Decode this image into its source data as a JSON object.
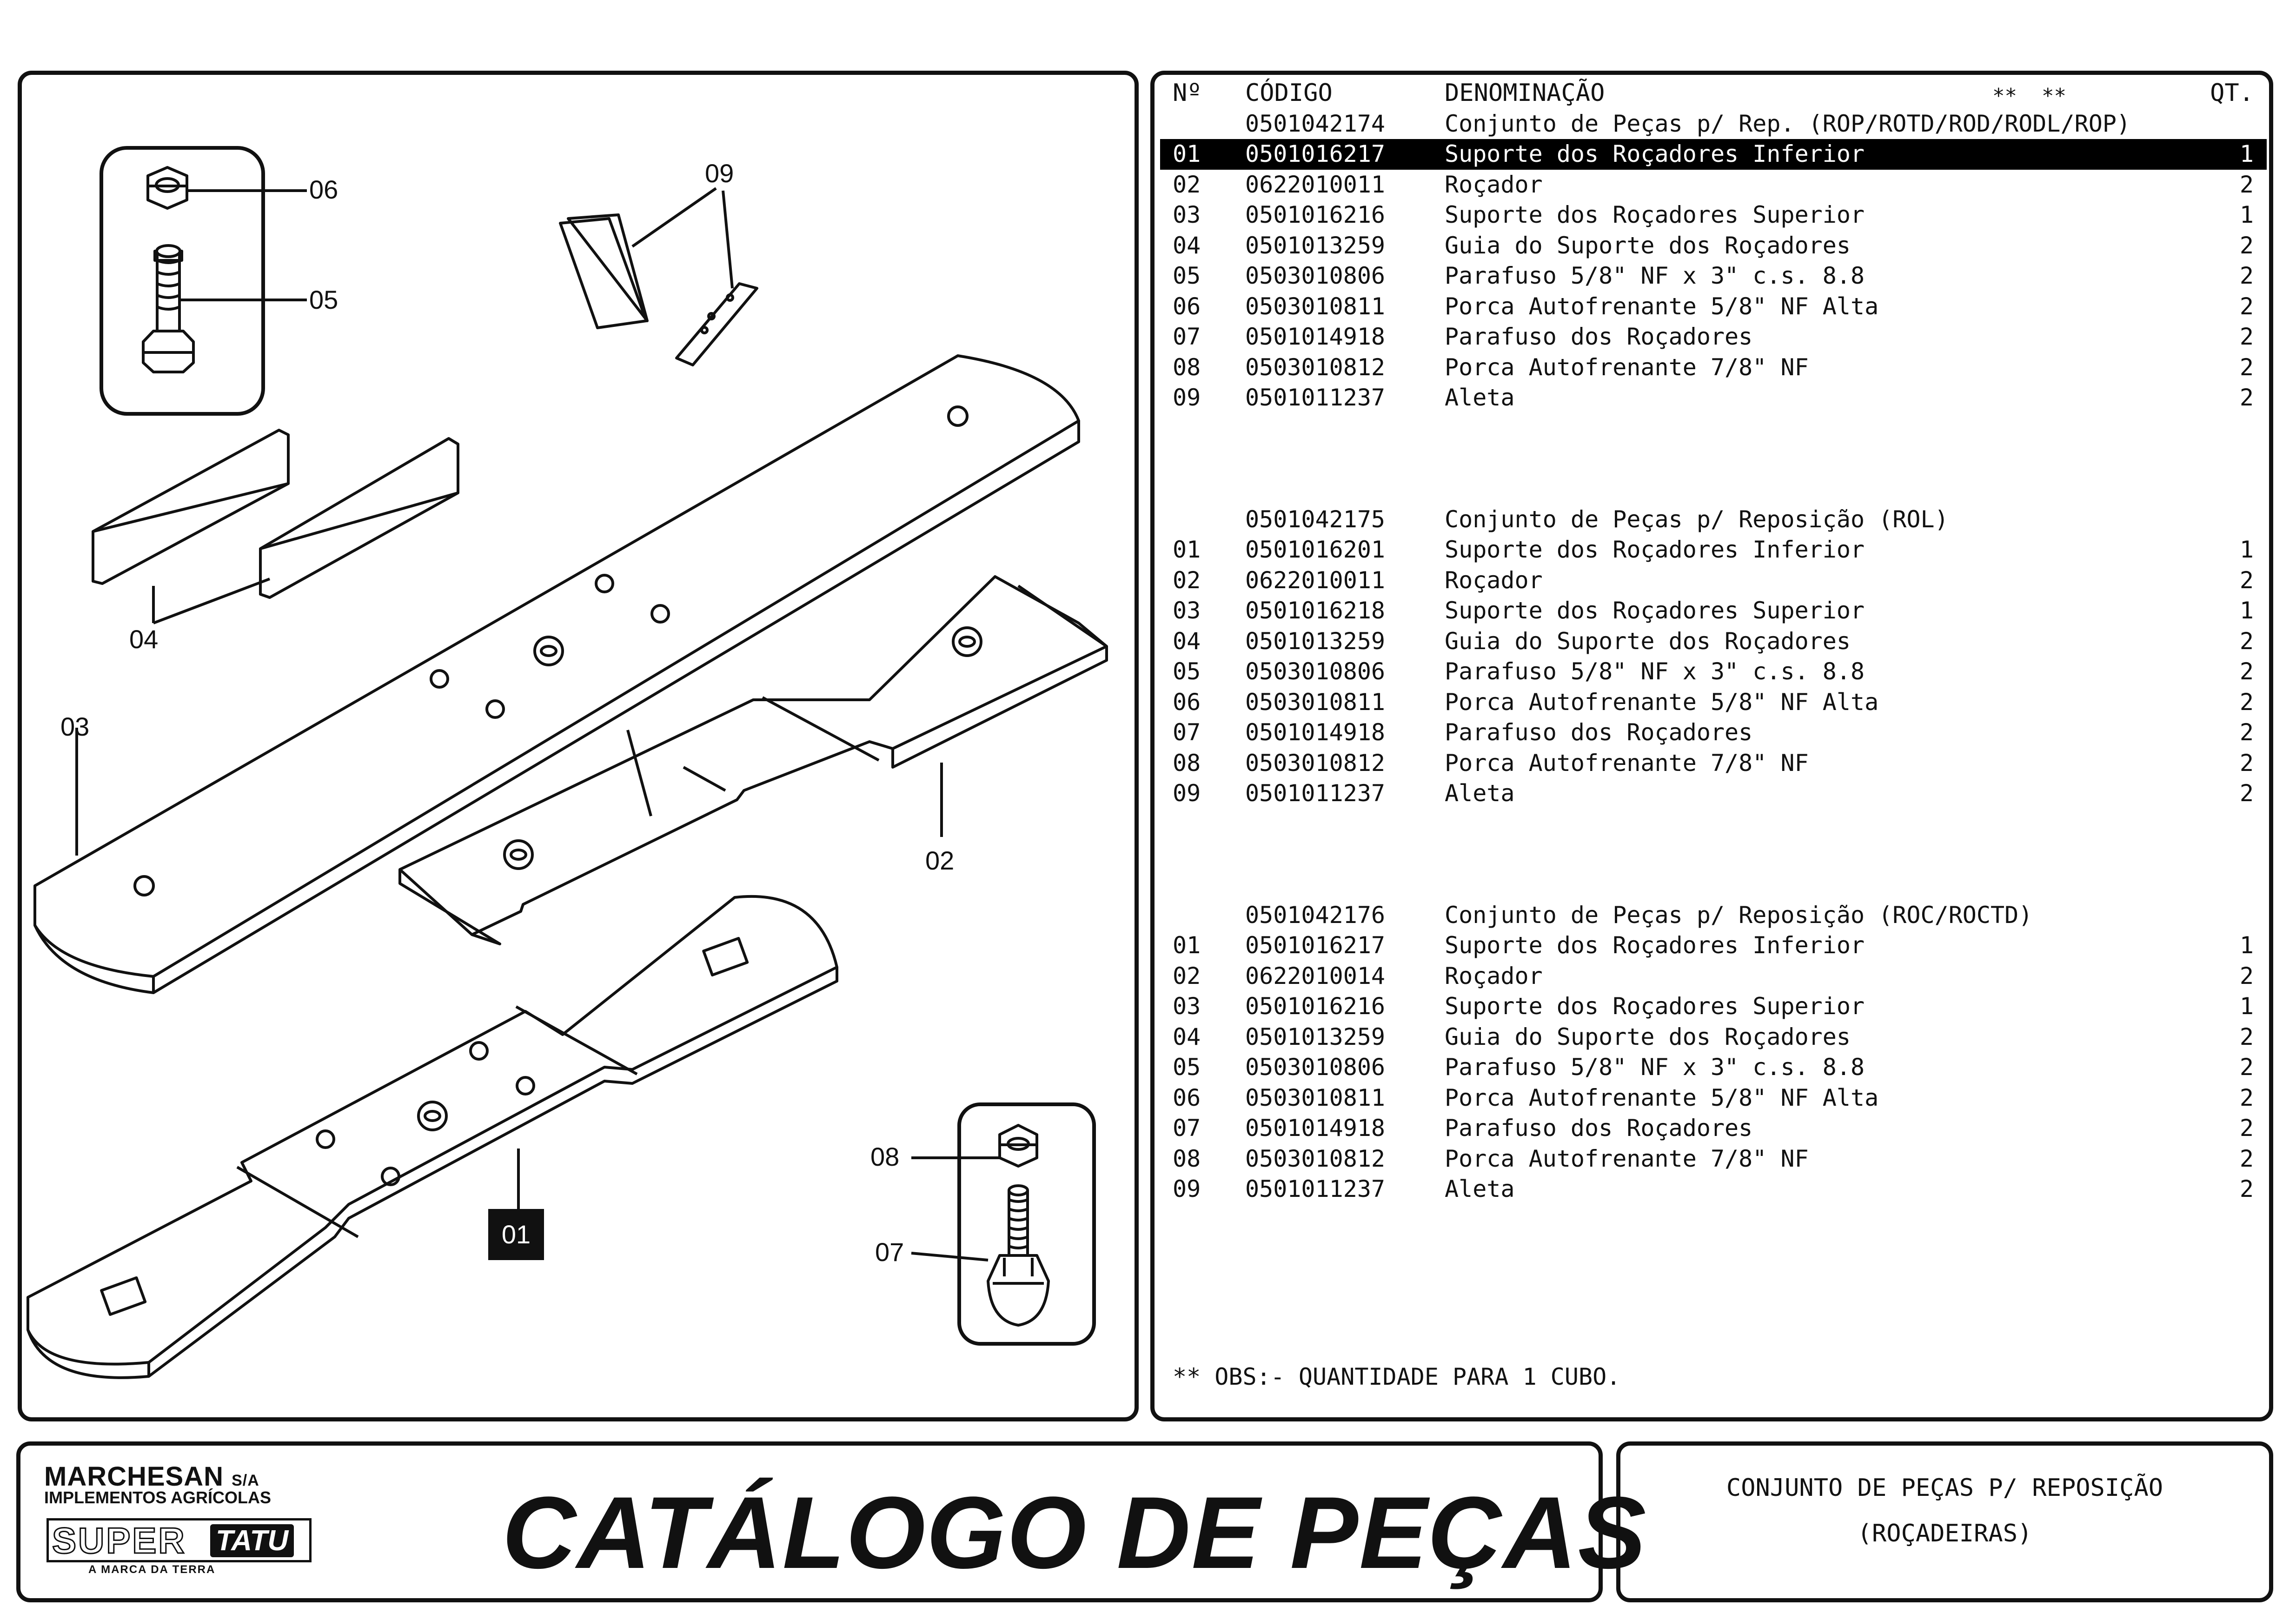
{
  "table": {
    "header": {
      "no": "Nº",
      "code": "CÓDIGO",
      "desc": "DENOMINAÇÃO",
      "stars": "**  **",
      "qty": "QT."
    },
    "groups": [
      {
        "code": "0501042174",
        "title": "Conjunto de Peças p/ Rep. (ROP/ROTD/ROD/RODL/ROP)",
        "items": [
          {
            "no": "01",
            "code": "0501016217",
            "desc": "Suporte dos Roçadores Inferior",
            "qty": "1"
          },
          {
            "no": "02",
            "code": "0622010011",
            "desc": "Roçador",
            "qty": "2"
          },
          {
            "no": "03",
            "code": "0501016216",
            "desc": "Suporte dos Roçadores Superior",
            "qty": "1"
          },
          {
            "no": "04",
            "code": "0501013259",
            "desc": "Guia do Suporte dos Roçadores",
            "qty": "2"
          },
          {
            "no": "05",
            "code": "0503010806",
            "desc": "Parafuso 5/8\" NF x 3\" c.s. 8.8",
            "qty": "2"
          },
          {
            "no": "06",
            "code": "0503010811",
            "desc": "Porca Autofrenante 5/8\" NF Alta",
            "qty": "2"
          },
          {
            "no": "07",
            "code": "0501014918",
            "desc": "Parafuso dos Roçadores",
            "qty": "2"
          },
          {
            "no": "08",
            "code": "0503010812",
            "desc": "Porca Autofrenante 7/8\" NF",
            "qty": "2"
          },
          {
            "no": "09",
            "code": "0501011237",
            "desc": "Aleta",
            "qty": "2"
          }
        ]
      },
      {
        "code": "0501042175",
        "title": "Conjunto de Peças p/ Reposição (ROL)",
        "items": [
          {
            "no": "01",
            "code": "0501016201",
            "desc": "Suporte dos Roçadores Inferior",
            "qty": "1"
          },
          {
            "no": "02",
            "code": "0622010011",
            "desc": "Roçador",
            "qty": "2"
          },
          {
            "no": "03",
            "code": "0501016218",
            "desc": "Suporte dos Roçadores Superior",
            "qty": "1"
          },
          {
            "no": "04",
            "code": "0501013259",
            "desc": "Guia do Suporte dos Roçadores",
            "qty": "2"
          },
          {
            "no": "05",
            "code": "0503010806",
            "desc": "Parafuso 5/8\" NF x 3\" c.s. 8.8",
            "qty": "2"
          },
          {
            "no": "06",
            "code": "0503010811",
            "desc": "Porca Autofrenante 5/8\" NF Alta",
            "qty": "2"
          },
          {
            "no": "07",
            "code": "0501014918",
            "desc": "Parafuso dos Roçadores",
            "qty": "2"
          },
          {
            "no": "08",
            "code": "0503010812",
            "desc": "Porca Autofrenante 7/8\" NF",
            "qty": "2"
          },
          {
            "no": "09",
            "code": "0501011237",
            "desc": "Aleta",
            "qty": "2"
          }
        ]
      },
      {
        "code": "0501042176",
        "title": "Conjunto de Peças p/ Reposição (ROC/ROCTD)",
        "items": [
          {
            "no": "01",
            "code": "0501016217",
            "desc": "Suporte dos Roçadores Inferior",
            "qty": "1"
          },
          {
            "no": "02",
            "code": "0622010014",
            "desc": "Roçador",
            "qty": "2"
          },
          {
            "no": "03",
            "code": "0501016216",
            "desc": "Suporte dos Roçadores Superior",
            "qty": "1"
          },
          {
            "no": "04",
            "code": "0501013259",
            "desc": "Guia do Suporte dos Roçadores",
            "qty": "2"
          },
          {
            "no": "05",
            "code": "0503010806",
            "desc": "Parafuso 5/8\" NF x 3\" c.s. 8.8",
            "qty": "2"
          },
          {
            "no": "06",
            "code": "0503010811",
            "desc": "Porca Autofrenante 5/8\" NF Alta",
            "qty": "2"
          },
          {
            "no": "07",
            "code": "0501014918",
            "desc": "Parafuso dos Roçadores",
            "qty": "2"
          },
          {
            "no": "08",
            "code": "0503010812",
            "desc": "Porca Autofrenante 7/8\" NF",
            "qty": "2"
          },
          {
            "no": "09",
            "code": "0501011237",
            "desc": "Aleta",
            "qty": "2"
          }
        ]
      }
    ],
    "selected_row": "0.0",
    "obs": "** OBS:- QUANTIDADE PARA 1 CUBO."
  },
  "diagram": {
    "callouts": [
      "06",
      "05",
      "09",
      "04",
      "03",
      "02",
      "01",
      "08",
      "07"
    ]
  },
  "footer": {
    "brand_name": "MARCHESAN",
    "brand_suffix": "S/A",
    "brand_sub": "IMPLEMENTOS AGRÍCOLAS",
    "super": "SUPER",
    "tatu": "TATU",
    "slogan": "A MARCA DA TERRA",
    "catalog_title": "CATÁLOGO DE PEÇAS",
    "subtitle_line1": "CONJUNTO DE PEÇAS P/ REPOSIÇÃO",
    "subtitle_line2": "(ROÇADEIRAS)"
  }
}
